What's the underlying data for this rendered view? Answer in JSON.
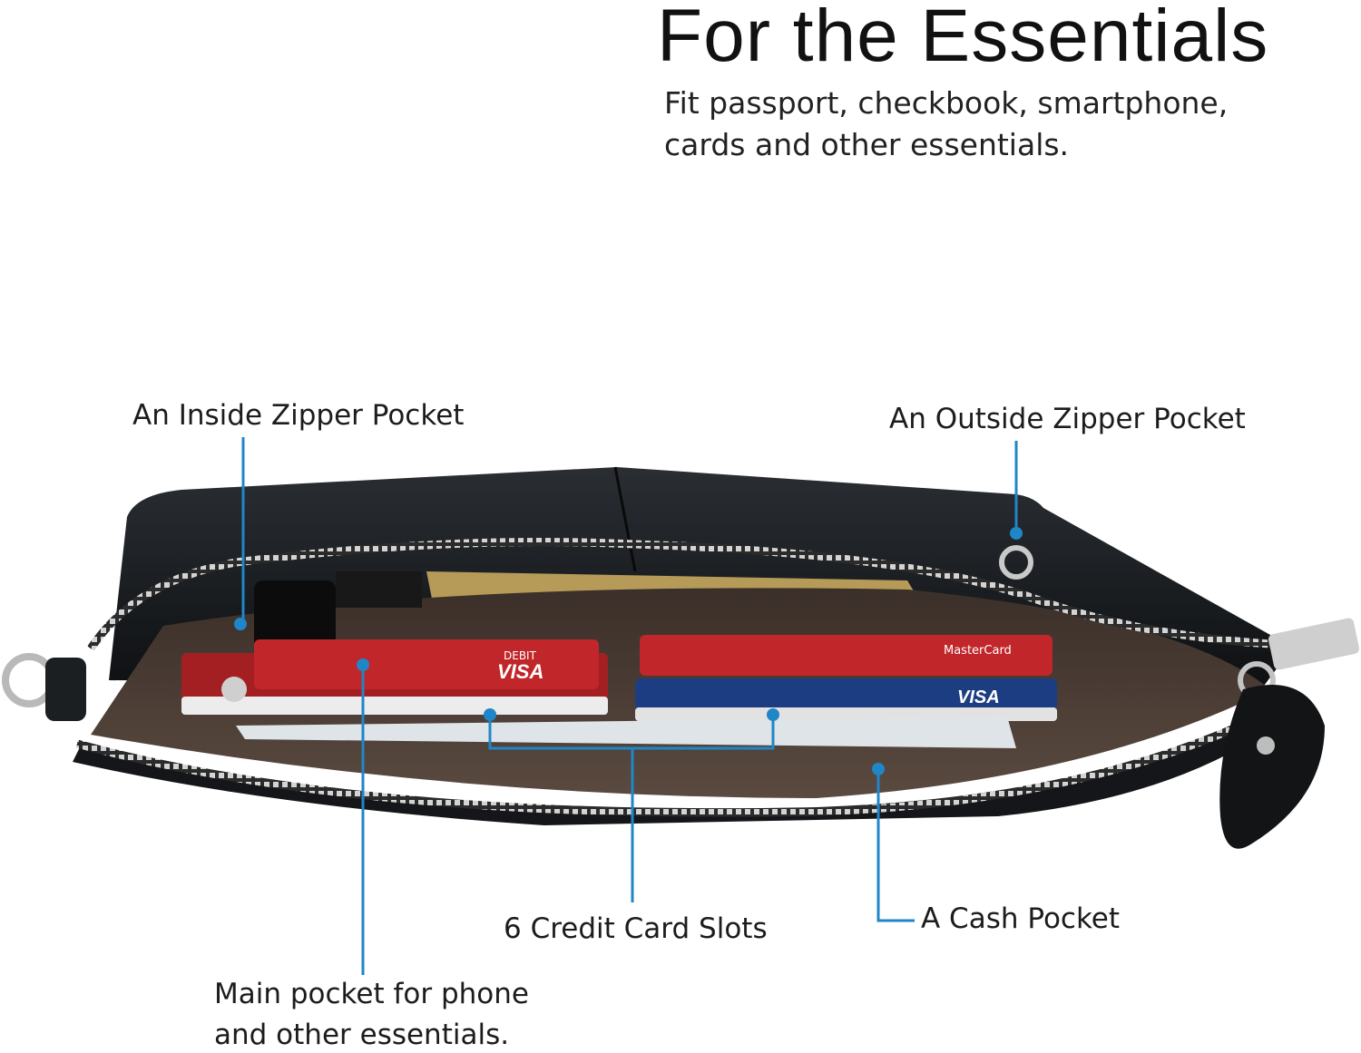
{
  "header": {
    "title": "For the Essentials",
    "subtitle_line1": "Fit passport, checkbook, smartphone,",
    "subtitle_line2": "cards and other essentials."
  },
  "callouts": {
    "inside_zipper": "An Inside Zipper Pocket",
    "outside_zipper": "An Outside Zipper Pocket",
    "card_slots": "6 Credit Card Slots",
    "cash_pocket": "A Cash Pocket",
    "main_pocket_line1": "Main pocket for phone",
    "main_pocket_line2": "and other essentials."
  },
  "cards": {
    "left_brand": "VISA",
    "left_type": "DEBIT",
    "right_brand": "VISA",
    "right_mc": "MasterCard"
  },
  "colors": {
    "leather": "#15181b",
    "lining": "#4a3b33",
    "zipper": "#bdbdbd",
    "callout_line": "#1f86c8",
    "card_red": "#c0262a",
    "card_blue": "#1d3d82"
  }
}
